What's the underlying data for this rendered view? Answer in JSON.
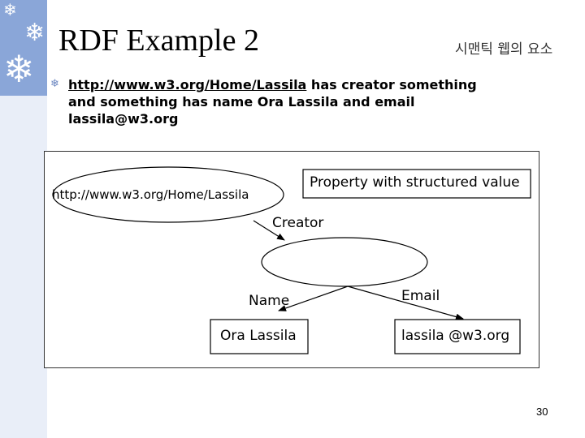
{
  "slide": {
    "title": "RDF Example 2",
    "subtitle": "시맨틱 웹의 요소",
    "bullet": {
      "link": "http://www.w3.org/Home/Lassila",
      "line1_rest": " has creator something",
      "line2": "and something has name Ora Lassila and email",
      "line3": "lassila@w3.org"
    },
    "page_number": "30"
  },
  "diagram": {
    "resource_uri": "http://www.w3.org/Home/Lassila",
    "property_box": "Property with structured value",
    "creator_label": "Creator",
    "name_label": "Name",
    "email_label": "Email",
    "name_value": "Ora Lassila",
    "email_value": "lassila @w3.org"
  },
  "icons": {
    "decoration": "snowflake-icon",
    "bullet": "snowflake-bullet-icon"
  },
  "colors": {
    "accent_band": "#8aa6d8",
    "side_band": "#e9eef8",
    "bullet": "#6b86c0"
  }
}
